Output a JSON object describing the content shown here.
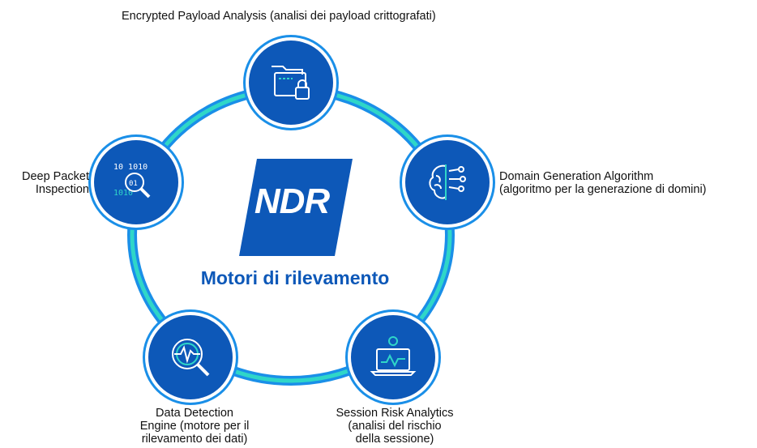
{
  "center": {
    "logo_text": "NDR",
    "subtitle": "Motori di rilevamento"
  },
  "nodes": [
    {
      "id": "encrypted",
      "icon": "folder-lock-icon",
      "label_lines": [
        "Encrypted Payload Analysis (analisi dei payload crittografati)"
      ]
    },
    {
      "id": "dga",
      "icon": "brain-network-icon",
      "label_lines": [
        "Domain Generation Algorithm",
        "(algoritmo per la generazione di domini)"
      ]
    },
    {
      "id": "session",
      "icon": "laptop-gear-icon",
      "label_lines": [
        "Session Risk Analytics",
        "(analisi del rischio",
        "della sessione)"
      ]
    },
    {
      "id": "data",
      "icon": "magnifier-pulse-icon",
      "label_lines": [
        "Data Detection",
        "Engine (motore per il",
        "rilevamento dei dati)"
      ]
    },
    {
      "id": "dpi",
      "icon": "binary-magnifier-icon",
      "label_lines": [
        "Deep Packet",
        "Inspection"
      ]
    }
  ],
  "colors": {
    "primary": "#0d58b8",
    "ring_outer": "#1a8fe8",
    "ring_inner": "#2fd6c8",
    "text": "#111111"
  }
}
